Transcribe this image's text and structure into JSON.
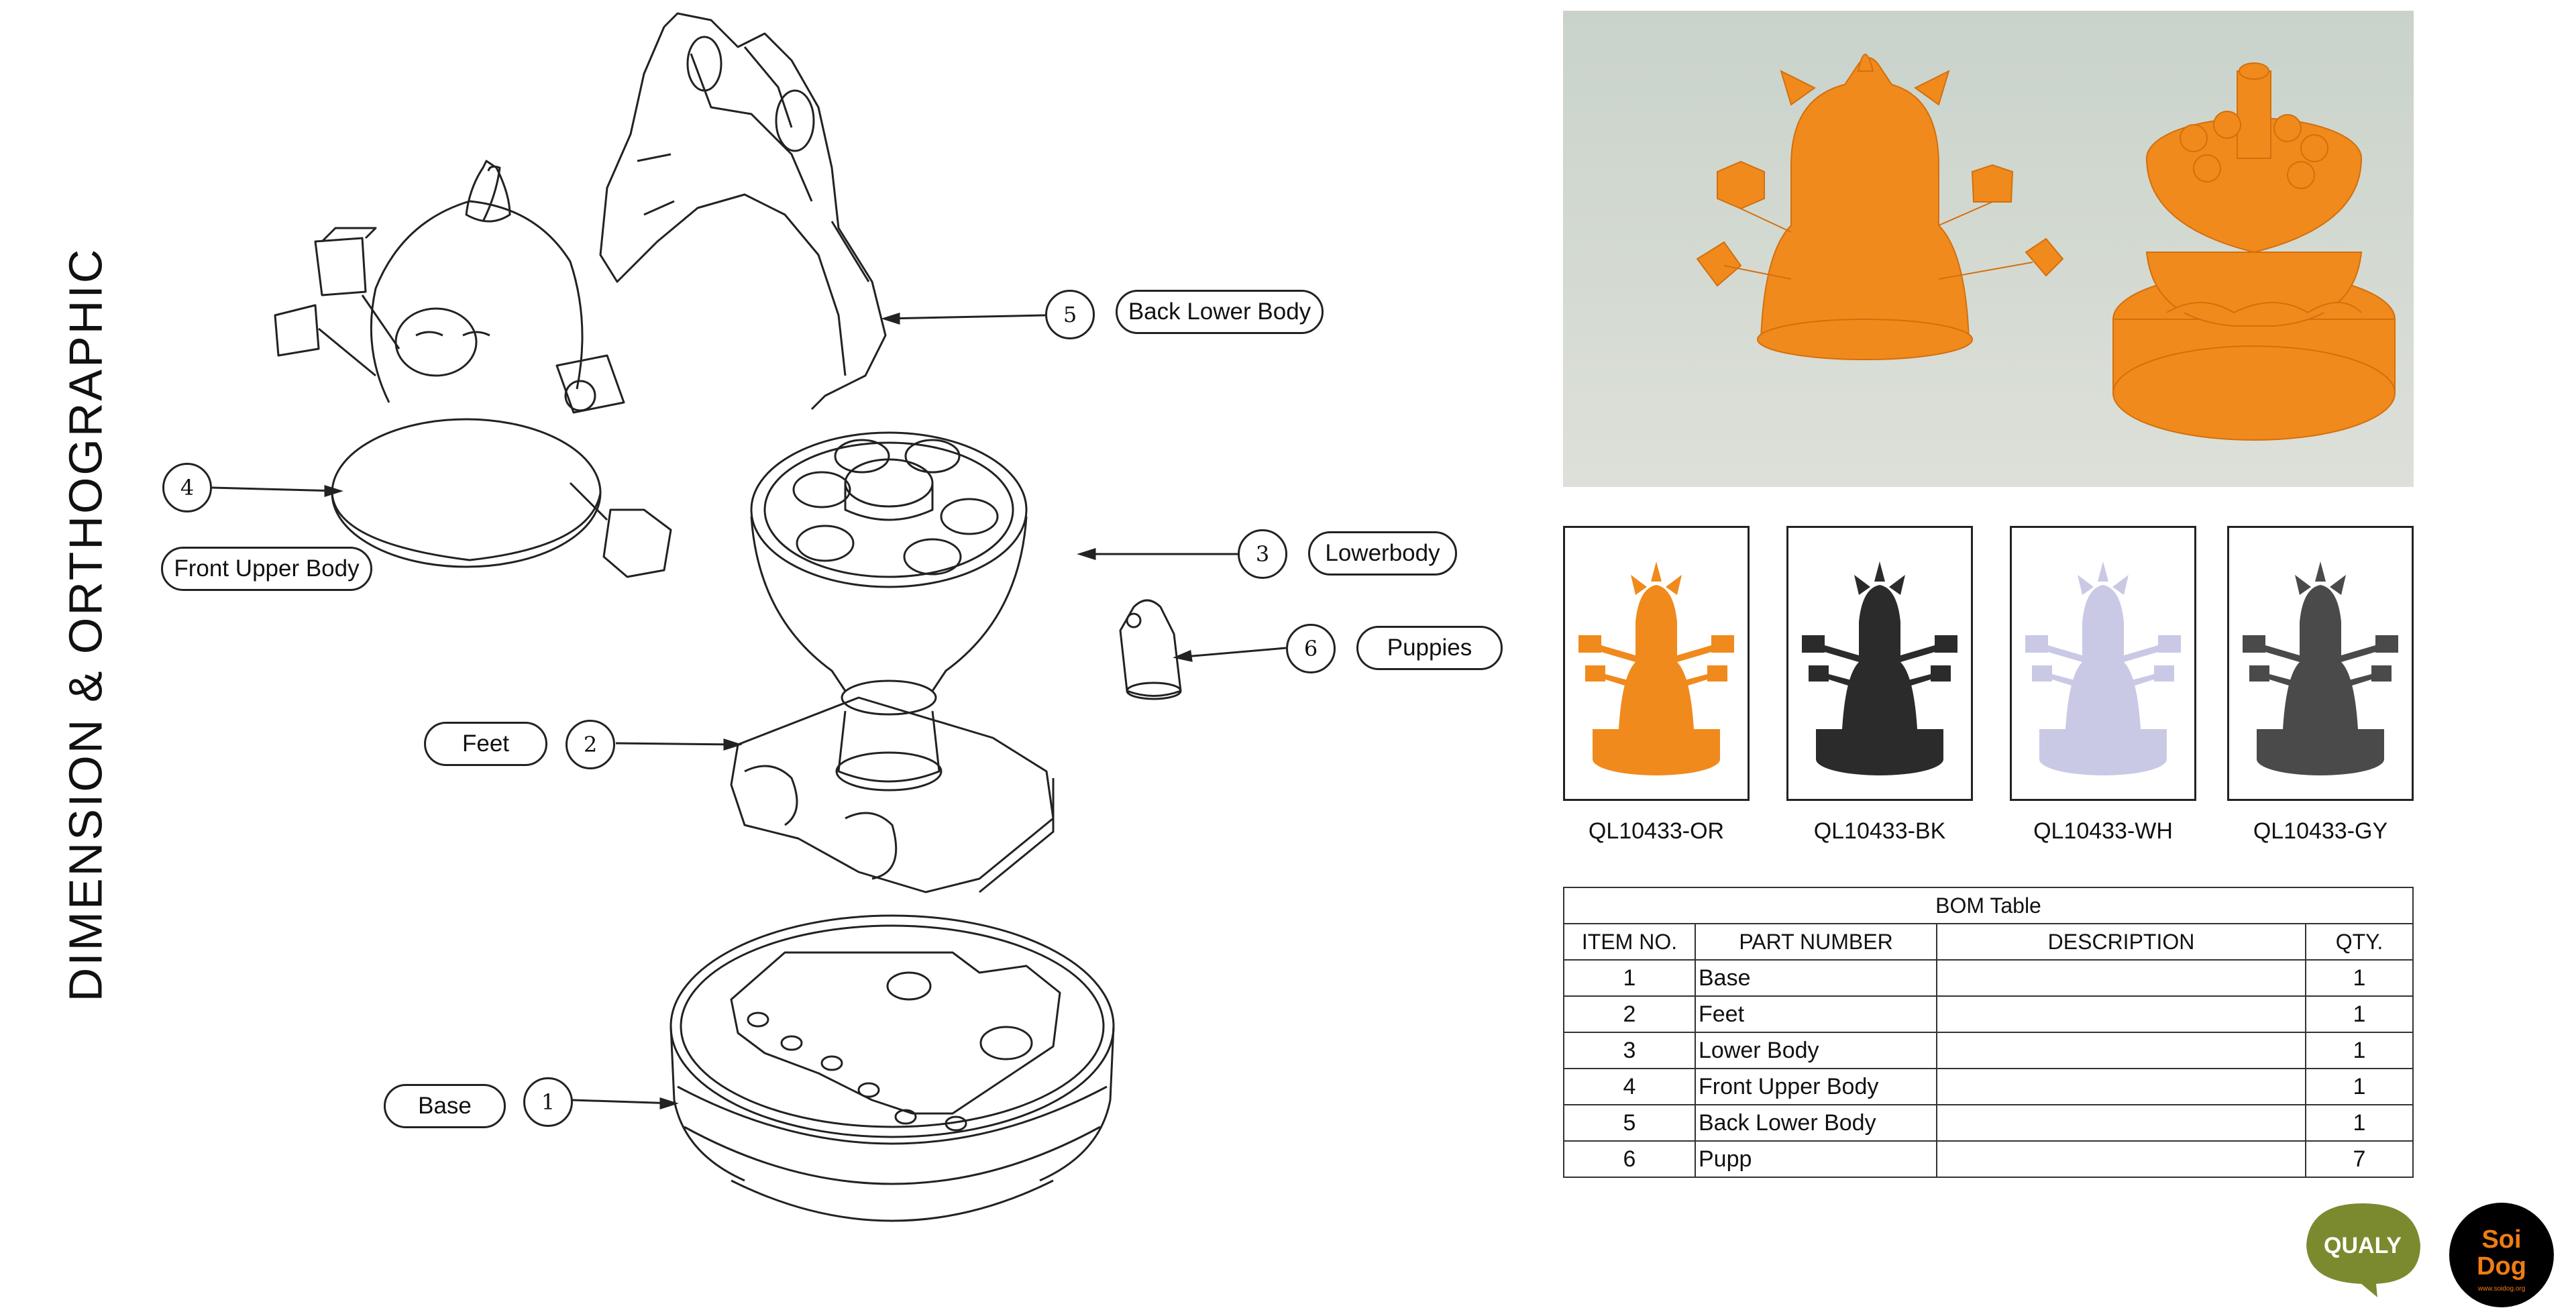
{
  "side_title": "DIMENSION  & ORTHOGRAPHIC",
  "callouts": [
    {
      "num": "5",
      "label": "Back Lower Body"
    },
    {
      "num": "4",
      "label": "Front Upper Body"
    },
    {
      "num": "3",
      "label": "Lowerbody"
    },
    {
      "num": "6",
      "label": "Puppies"
    },
    {
      "num": "2",
      "label": "Feet"
    },
    {
      "num": "1",
      "label": "Base"
    }
  ],
  "colors": {
    "orange": "#f08a1c",
    "black": "#2b2b2b",
    "white": "#c9c9e6",
    "gray": "#4a4a4a",
    "render_bg": "#d7ddd5",
    "qualy_green": "#7b8a2e",
    "soi_orange": "#f07c14"
  },
  "variants": [
    {
      "code": "QL10433-OR",
      "color": "#f08a1c"
    },
    {
      "code": "QL10433-BK",
      "color": "#2b2b2b"
    },
    {
      "code": "QL10433-WH",
      "color": "#c9c9e6"
    },
    {
      "code": "QL10433-GY",
      "color": "#4a4a4a"
    }
  ],
  "bom": {
    "title": "BOM Table",
    "headers": [
      "ITEM NO.",
      "PART NUMBER",
      "DESCRIPTION",
      "QTY."
    ],
    "rows": [
      {
        "item": "1",
        "part": "Base",
        "desc": "",
        "qty": "1"
      },
      {
        "item": "2",
        "part": "Feet",
        "desc": "",
        "qty": "1"
      },
      {
        "item": "3",
        "part": "Lower Body",
        "desc": "",
        "qty": "1"
      },
      {
        "item": "4",
        "part": "Front Upper Body",
        "desc": "",
        "qty": "1"
      },
      {
        "item": "5",
        "part": "Back Lower Body",
        "desc": "",
        "qty": "1"
      },
      {
        "item": "6",
        "part": "Pupp",
        "desc": "",
        "qty": "7"
      }
    ]
  },
  "logos": {
    "qualy": "QUALY",
    "soi_line1": "Soi",
    "soi_line2": "Dog",
    "soi_small": "www.soidog.org"
  }
}
